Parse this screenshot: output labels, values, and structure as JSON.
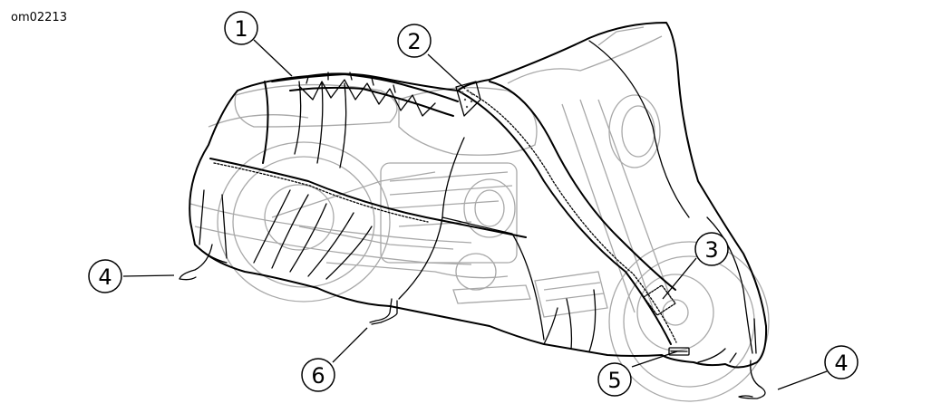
{
  "figure_id": "om02213",
  "callouts": [
    {
      "label": "1"
    },
    {
      "label": "2"
    },
    {
      "label": "3"
    },
    {
      "label": "4"
    },
    {
      "label": "4"
    },
    {
      "label": "5"
    },
    {
      "label": "6"
    }
  ],
  "colors": {
    "outline": "#000000",
    "motorcycle": "#a8a8a8",
    "background": "#ffffff"
  }
}
